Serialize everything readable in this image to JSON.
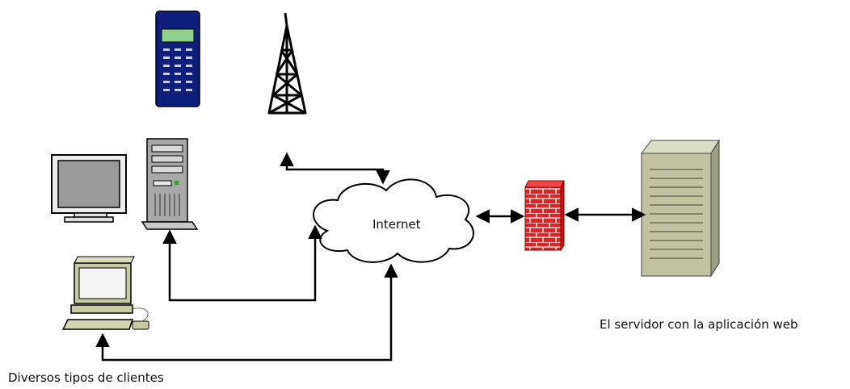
{
  "labels": {
    "internet": "Internet",
    "server": "El servidor con la aplicación web",
    "clients": "Diversos tipos de clientes"
  },
  "nodes": {
    "mobile_phone": "mobile-phone-icon",
    "antenna": "antenna-tower-icon",
    "monitor": "monitor-icon",
    "tower_pc": "desktop-tower-icon",
    "old_computer": "retro-computer-icon",
    "cloud": "cloud-icon",
    "firewall": "firewall-icon",
    "server": "server-icon"
  },
  "colors": {
    "phone_body": "#0d1f7a",
    "phone_screen": "#8fd08f",
    "firewall": "#e02020",
    "pc_beige": "#c9c9a6",
    "tower_gray": "#a8a8a8",
    "server_khaki": "#c2c2a2"
  }
}
